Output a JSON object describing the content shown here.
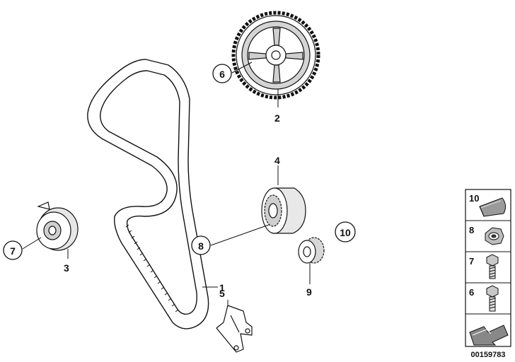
{
  "callouts_plain": [
    "1",
    "2",
    "3",
    "4",
    "5",
    "9"
  ],
  "callouts_circled": [
    "6",
    "7",
    "8",
    "10"
  ],
  "legend": {
    "items": [
      {
        "label": "10",
        "icon": "woodruff-key-icon"
      },
      {
        "label": "8",
        "icon": "hex-nut-icon"
      },
      {
        "label": "7",
        "icon": "bolt-icon"
      },
      {
        "label": "6",
        "icon": "bolt-icon"
      }
    ]
  },
  "diagram_code": "00159783",
  "colors": {
    "line": "#111111",
    "fill": "#ffffff",
    "shade": "#cfcfcf",
    "dark_shade": "#555555"
  }
}
